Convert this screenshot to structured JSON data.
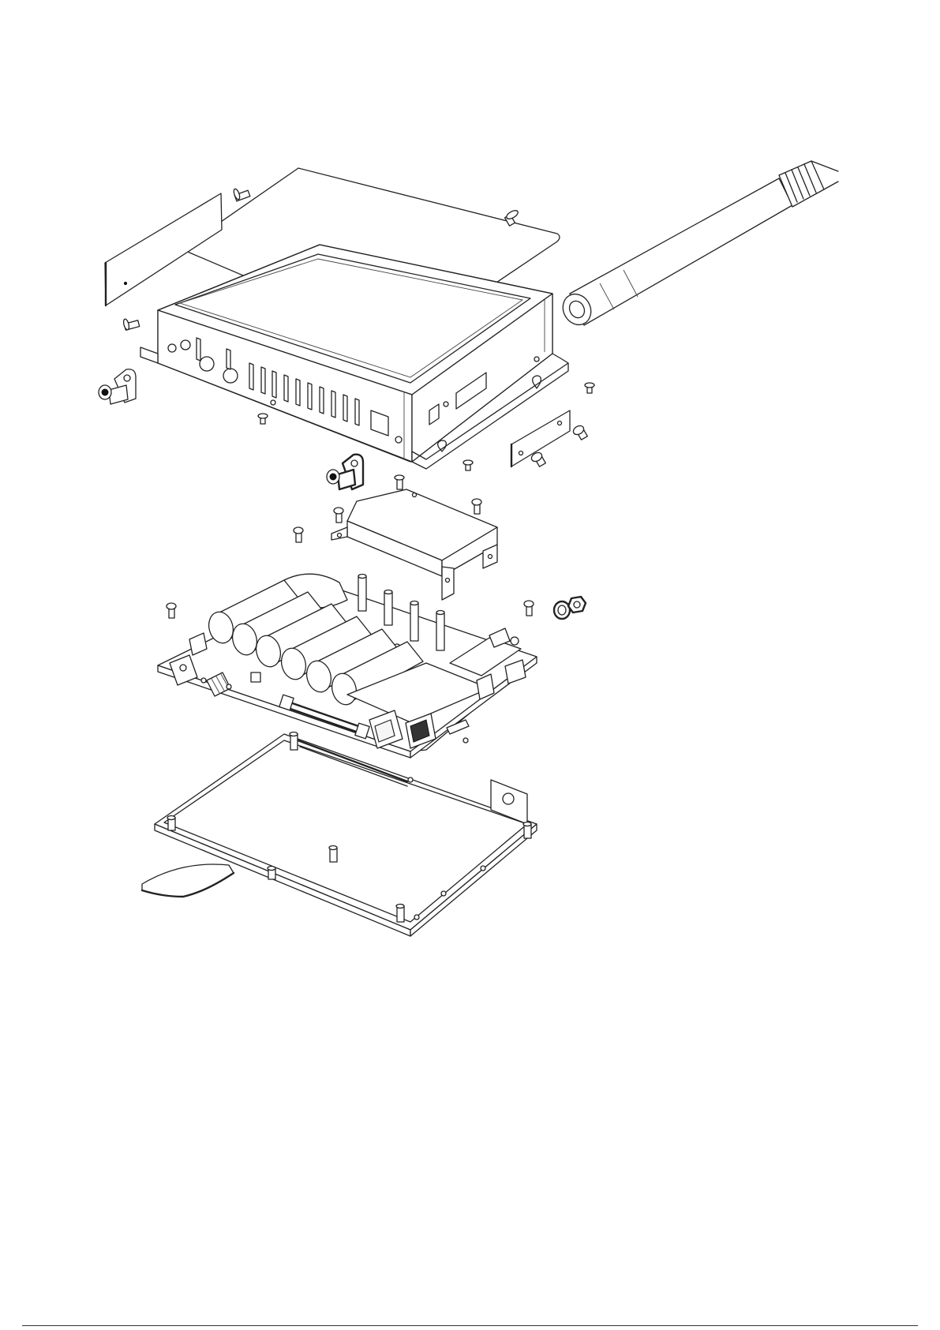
{
  "diagram": {
    "kind": "exploded-assembly-drawing",
    "parts": [
      {
        "id": "top-cover",
        "icon": "cover-plate"
      },
      {
        "id": "side-label-plate",
        "icon": "label-plate"
      },
      {
        "id": "enclosure",
        "icon": "vented-housing"
      },
      {
        "id": "antenna",
        "icon": "whip-antenna"
      },
      {
        "id": "side-bracket",
        "icon": "bracket"
      },
      {
        "id": "ground-lug-left",
        "icon": "ground-lug"
      },
      {
        "id": "ground-lug-center",
        "icon": "ground-lug"
      },
      {
        "id": "shield-can",
        "icon": "shield-cover"
      },
      {
        "id": "circuit-board",
        "icon": "pcb-with-capacitors"
      },
      {
        "id": "nut-and-washer",
        "icon": "nut-washer"
      },
      {
        "id": "base-tray",
        "icon": "base-plate"
      },
      {
        "id": "insulator-sheet",
        "icon": "insulator"
      },
      {
        "id": "screws",
        "icon": "screw"
      }
    ]
  }
}
